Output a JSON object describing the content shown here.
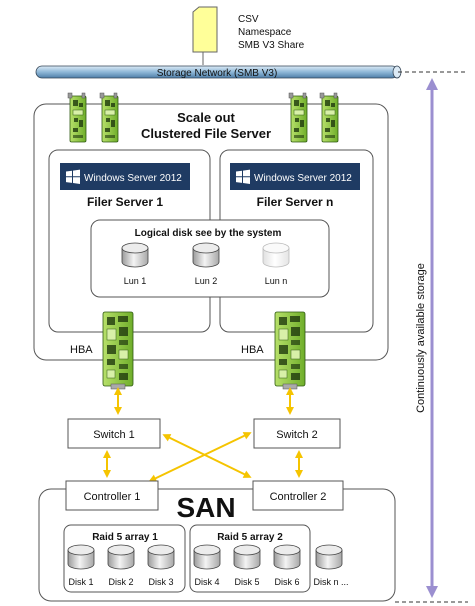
{
  "csv_label": [
    "CSV",
    "Namespace",
    "SMB V3 Share"
  ],
  "network_label": "Storage Network (SMB V3)",
  "cluster_title": [
    "Scale out",
    "Clustered File Server"
  ],
  "servers": [
    {
      "windows_label": "Windows Server 2012",
      "name": "Filer Server 1",
      "hba_label": "HBA"
    },
    {
      "windows_label": "Windows Server 2012",
      "name": "Filer Server n",
      "hba_label": "HBA"
    }
  ],
  "logical_disk_title": "Logical disk see by the system",
  "luns": [
    "Lun 1",
    "Lun 2",
    "Lun n"
  ],
  "switches": [
    "Switch 1",
    "Switch 2"
  ],
  "controllers": [
    "Controller 1",
    "Controller 2"
  ],
  "san_label": "SAN",
  "raid_arrays": [
    {
      "title": "Raid 5 array 1",
      "disks": [
        "Disk 1",
        "Disk 2",
        "Disk 3"
      ]
    },
    {
      "title": "Raid 5 array 2",
      "disks": [
        "Disk 4",
        "Disk 5",
        "Disk 6"
      ]
    }
  ],
  "extra_disk": "Disk n ...",
  "availability_label": "Continuously available storage",
  "colors": {
    "network": "#8fb8d8",
    "card": "#8cc63f",
    "windows": "#1f3b63",
    "arrow": "#f5c400",
    "availability_arrow": "#9b8fd0",
    "folder": "#ffff99"
  }
}
